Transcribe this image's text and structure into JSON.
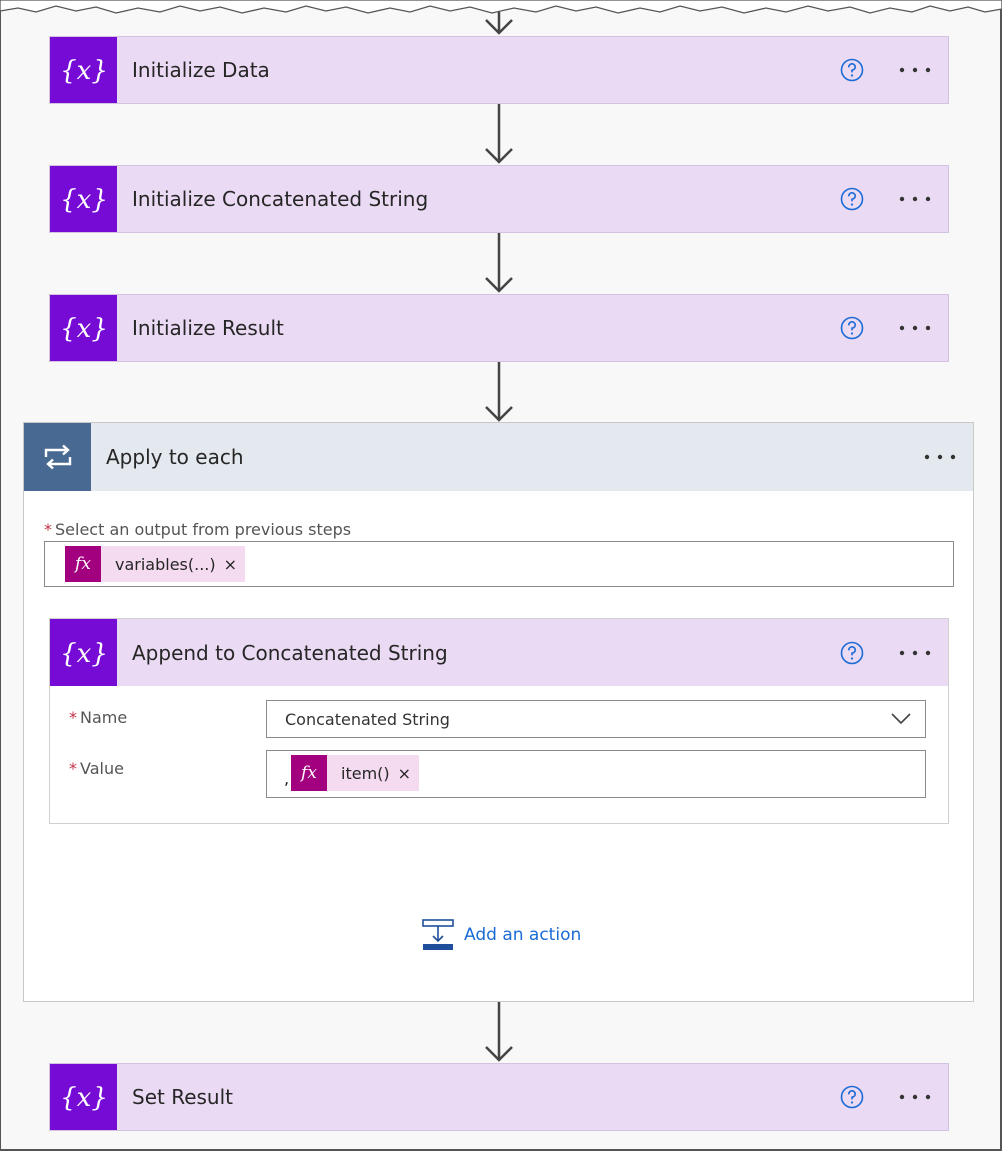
{
  "steps": {
    "init_data": {
      "title": "Initialize Data"
    },
    "init_concat": {
      "title": "Initialize Concatenated String"
    },
    "init_result": {
      "title": "Initialize Result"
    },
    "set_result": {
      "title": "Set Result"
    }
  },
  "apply_each": {
    "title": "Apply to each",
    "select_label": "Select an output from previous steps",
    "required_marker": "*",
    "token": {
      "icon": "fx",
      "text": "variables(...)",
      "remove": "×"
    },
    "inner": {
      "title": "Append to Concatenated String",
      "name_label": "Name",
      "name_value": "Concatenated String",
      "value_label": "Value",
      "value_prefix": ",",
      "value_token": {
        "icon": "fx",
        "text": "item()",
        "remove": "×"
      }
    },
    "add_action": "Add an action"
  },
  "colors": {
    "variable_accent": "#770bd6",
    "card_bg": "#eadaf3",
    "loop_accent": "#486991",
    "loop_bg": "#e4e8ef",
    "expression_accent": "#a2007e",
    "link": "#1a6bd6"
  }
}
